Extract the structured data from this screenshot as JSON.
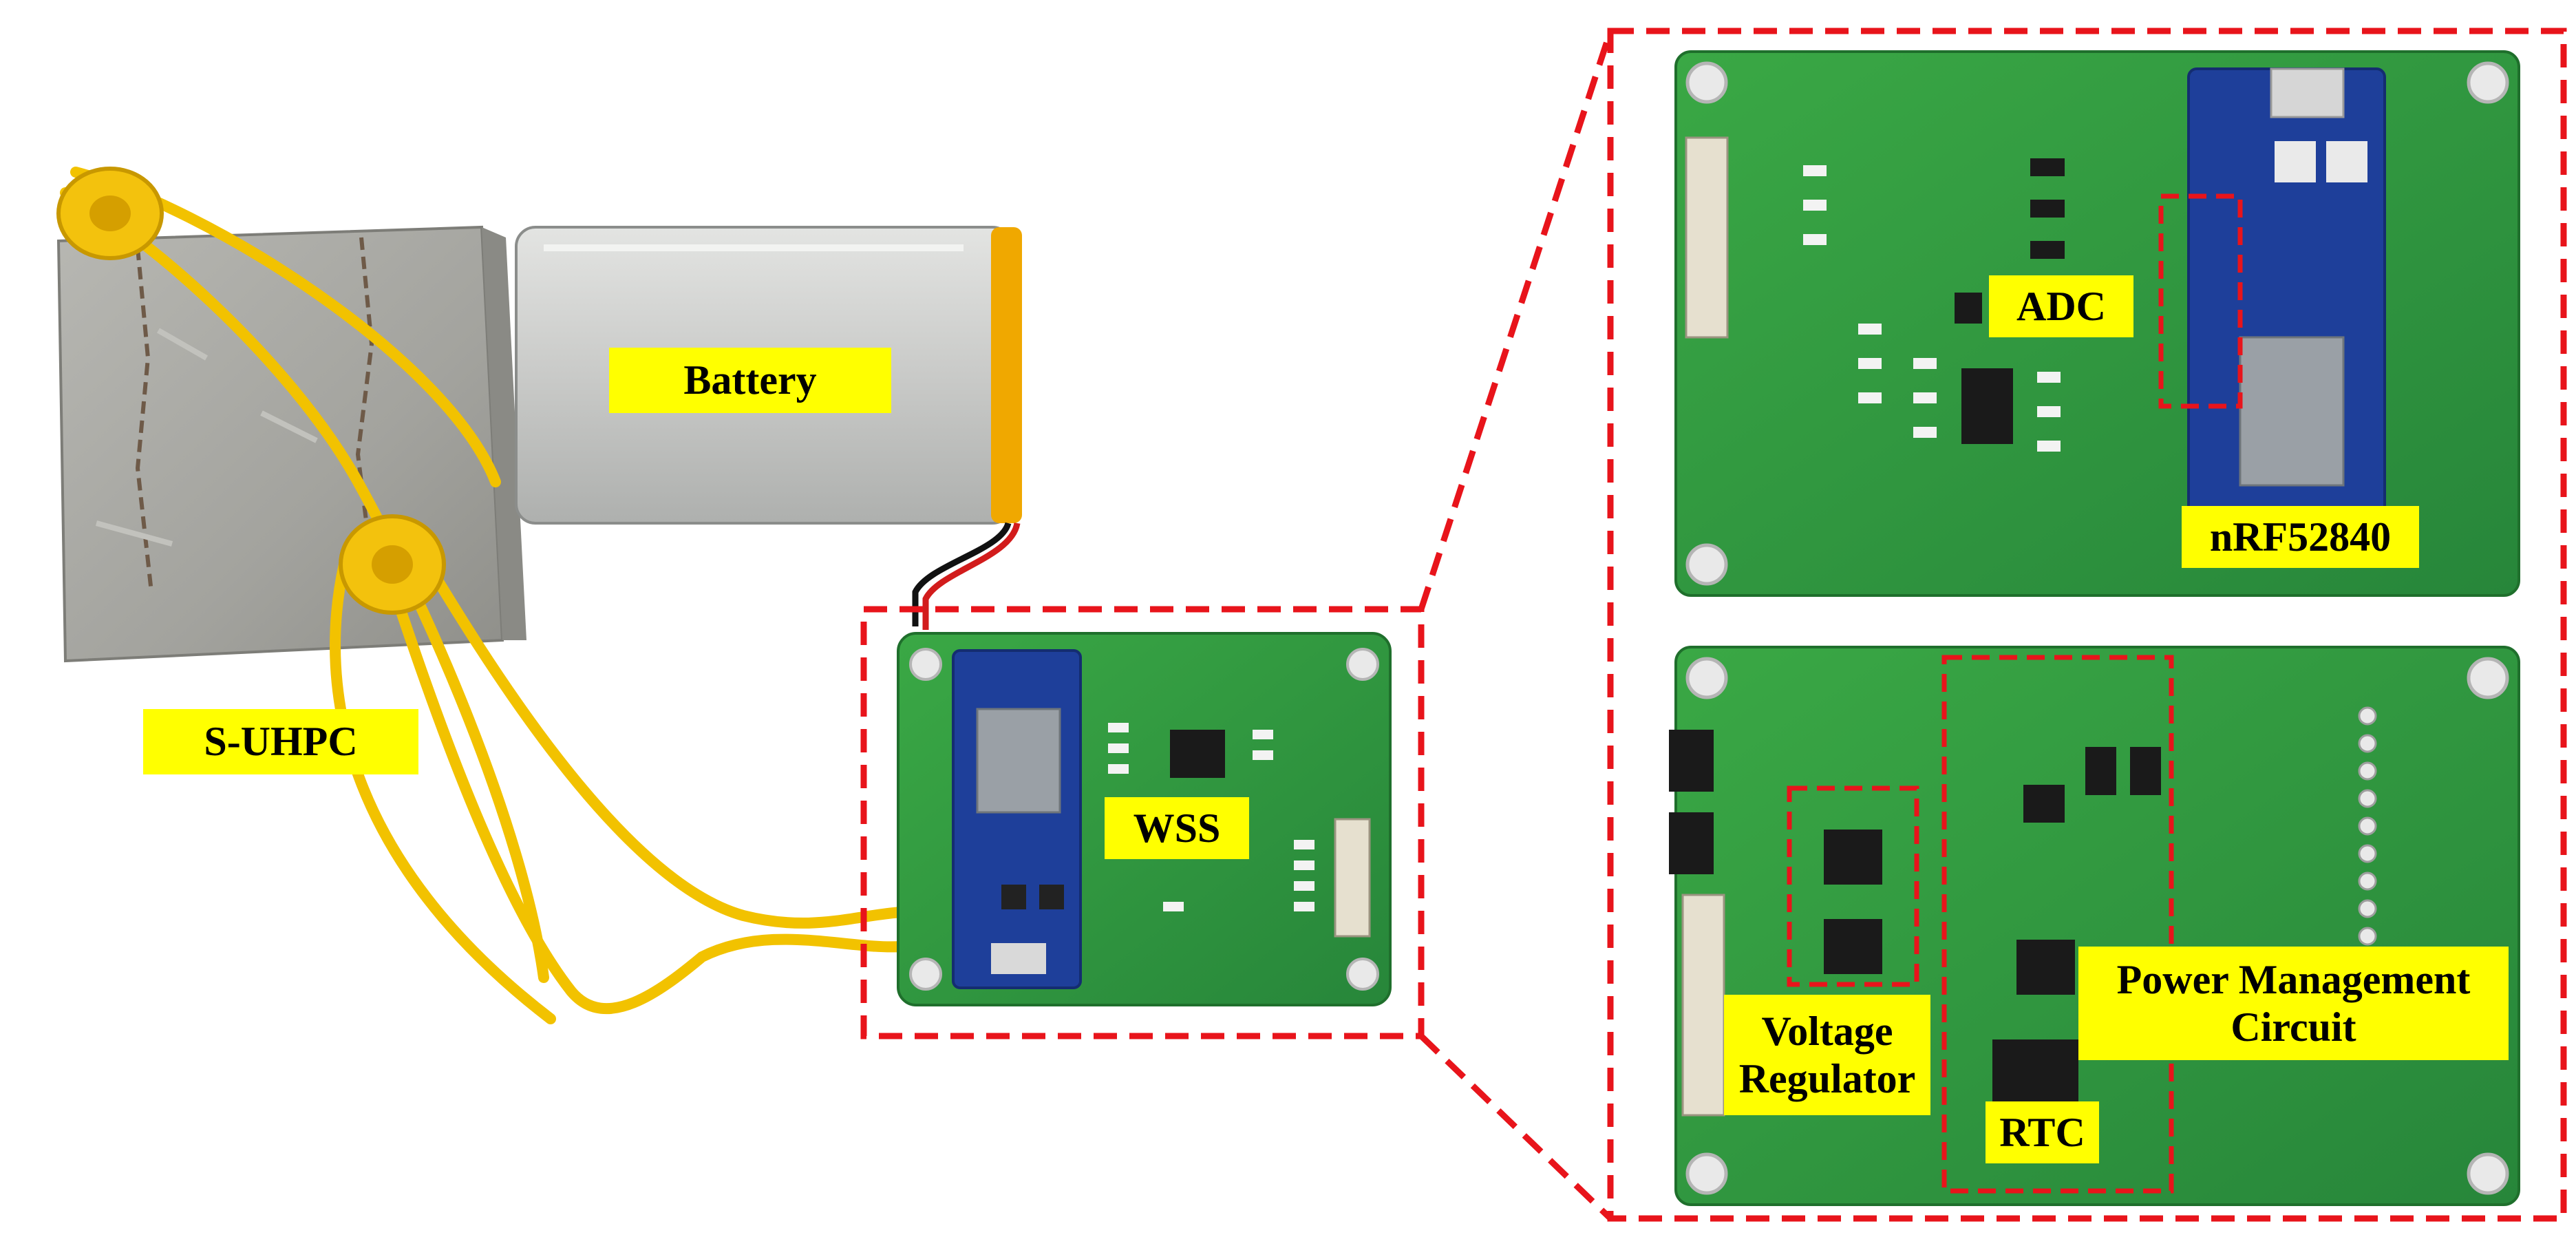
{
  "figure": {
    "labels": {
      "specimen": "S-UHPC",
      "battery": "Battery",
      "node": "WSS",
      "adc": "ADC",
      "mcu": "nRF52840",
      "voltage_regulator": "Voltage Regulator",
      "power_management": "Power Management Circuit",
      "rtc": "RTC"
    },
    "colors": {
      "label_background": "#ffff00",
      "callout_dash": "#e8141b",
      "pcb_green": "#2f9a3a",
      "wire_yellow": "#f2c200",
      "specimen_gray": "#a8a8a4",
      "battery_silver": "#c9cac8",
      "battery_tape": "#f0a800",
      "module_blue": "#1e3f9a"
    }
  }
}
